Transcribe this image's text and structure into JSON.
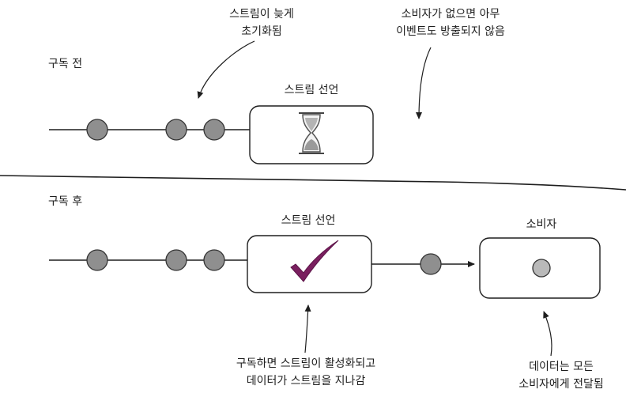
{
  "sections": {
    "before": "구독 전",
    "after": "구독 후"
  },
  "annotations": {
    "lazy_init": [
      "스트림이 늦게",
      "초기화됨"
    ],
    "no_subscriber": [
      "소비자가 없으면 아무",
      "이벤트도 방출되지 않음"
    ],
    "on_subscribe": [
      "구독하면 스트림이 활성화되고",
      "데이터가 스트림을 지나감"
    ],
    "delivered": [
      "데이터는 모든",
      "소비자에게 전달됨"
    ]
  },
  "boxes": {
    "declaration_before": "스트림 선언",
    "declaration_after": "스트림 선언",
    "consumer": "소비자"
  },
  "icons": {
    "waiting": "hourglass-icon",
    "active": "checkmark-icon"
  },
  "colors": {
    "ink": "#1e1e1e",
    "event_fill": "#8f8f8f",
    "consumer_event_fill": "#b9b9b9",
    "check": "#7a1f5f",
    "hourglass": "#9a9a9a"
  }
}
